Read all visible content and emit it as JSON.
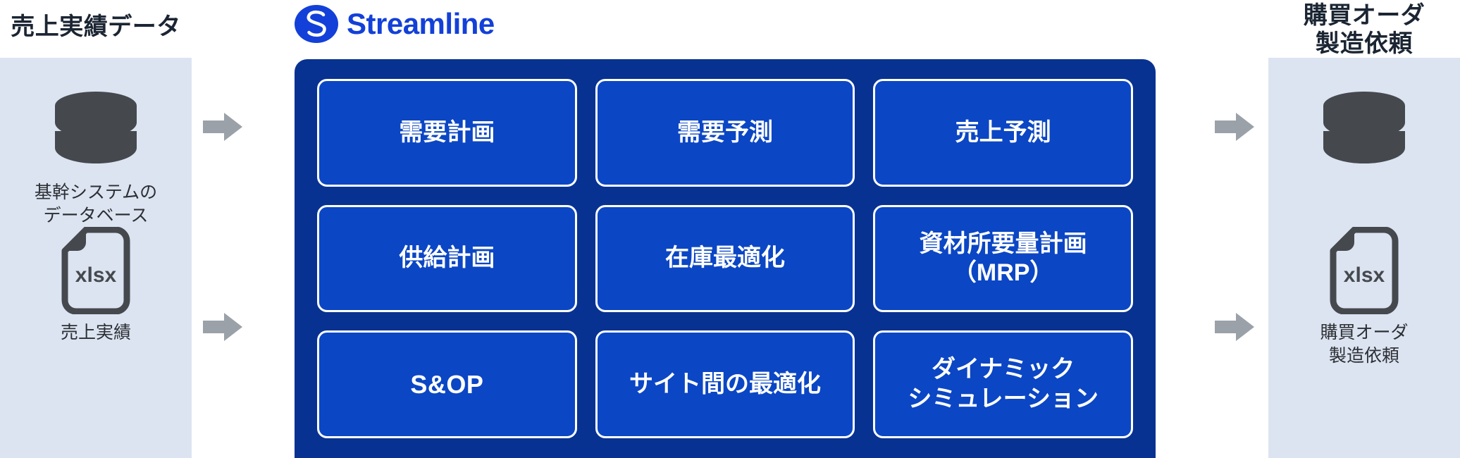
{
  "brand": {
    "logo_icon": "streamline-s-mark",
    "name": "Streamline",
    "accent_color": "#1340d8"
  },
  "colors": {
    "panel_background": "#dce4f2",
    "platform_background": "#083291",
    "module_fill": "#0b46c4",
    "module_border": "#ffffff",
    "arrow": "#9ba1a8",
    "icon": "#45494d",
    "heading_text": "#1b2533"
  },
  "input": {
    "heading": "売上実績データ",
    "assets": [
      {
        "icon": "database-icon",
        "caption": "基幹システムの\nデータベース"
      },
      {
        "icon": "xlsx-file-icon",
        "file_label": "xlsx",
        "caption": "売上実績"
      }
    ],
    "arrows": [
      {
        "icon": "arrow-right-icon"
      },
      {
        "icon": "arrow-right-icon"
      }
    ]
  },
  "output": {
    "heading": "購買オーダ\n製造依頼",
    "assets": [
      {
        "icon": "database-icon",
        "caption": ""
      },
      {
        "icon": "xlsx-file-icon",
        "file_label": "xlsx",
        "caption": "購買オーダ\n製造依頼"
      }
    ],
    "arrows": [
      {
        "icon": "arrow-right-icon"
      },
      {
        "icon": "arrow-right-icon"
      }
    ]
  },
  "platform": {
    "modules": [
      {
        "label": "需要計画",
        "script": "jp"
      },
      {
        "label": "需要予測",
        "script": "jp"
      },
      {
        "label": "売上予測",
        "script": "jp"
      },
      {
        "label": "供給計画",
        "script": "jp"
      },
      {
        "label": "在庫最適化",
        "script": "jp"
      },
      {
        "label": "資材所要量計画\n（MRP）",
        "script": "jp"
      },
      {
        "label": "S&OP",
        "script": "latin"
      },
      {
        "label": "サイト間の最適化",
        "script": "jp"
      },
      {
        "label": "ダイナミック\nシミュレーション",
        "script": "jp"
      }
    ]
  }
}
